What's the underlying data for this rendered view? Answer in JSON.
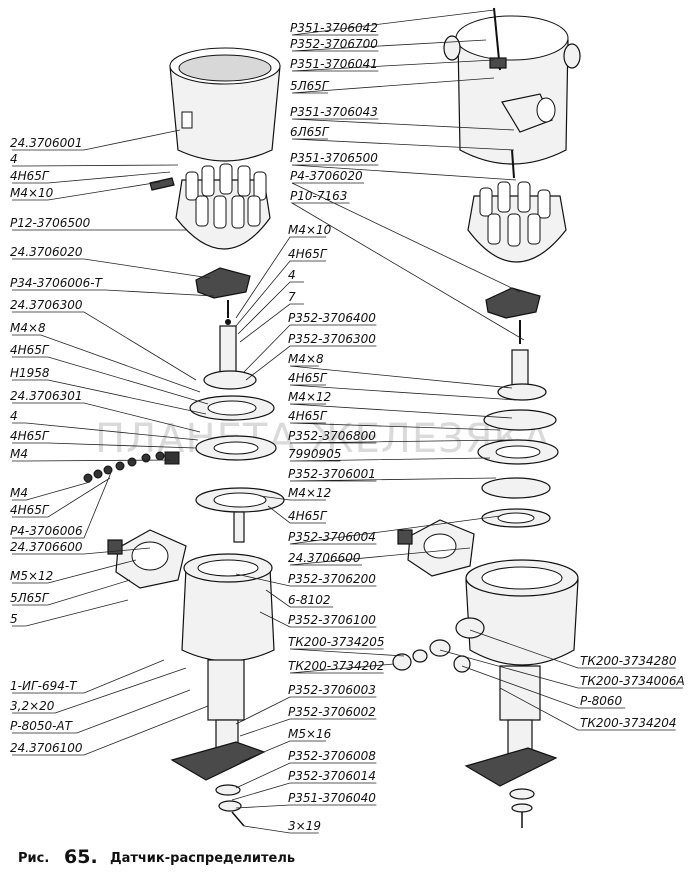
{
  "caption": {
    "prefix": "Рис.",
    "number": "65.",
    "title": "Датчик-распределитель"
  },
  "watermark": "ПЛАНЕТА ЖЕЛЕЗЯКА",
  "labels_left": [
    "24.3706001",
    "4",
    "4Н65Г",
    "М4×10",
    "Р12-3706500",
    "24.3706020",
    "Р34-3706006-Т",
    "24.3706300",
    "М4×8",
    "4Н65Г",
    "Н1958",
    "24.3706301",
    "4",
    "4Н65Г",
    "М4",
    "М4",
    "4Н65Г",
    "Р4-3706006",
    "24.3706600",
    "М5×12",
    "5Л65Г",
    "5",
    "1-ИГ-694-Т",
    "3,2×20",
    "Р-8050-АТ",
    "24.3706100"
  ],
  "labels_right": [
    "Р351-3706042",
    "Р352-3706700",
    "Р351-3706041",
    "5Л65Г",
    "Р351-3706043",
    "6Л65Г",
    "Р351-3706500",
    "Р4-3706020",
    "Р10-7163"
  ],
  "labels_center": [
    "М4×10",
    "4Н65Г",
    "4",
    "7",
    "Р352-3706400",
    "Р352-3706300",
    "М4×8",
    "4Н65Г",
    "М4×12",
    "4Н65Г",
    "Р352-3706800",
    "7990905",
    "Р352-3706001",
    "М4×12",
    "4Н65Г",
    "Р352-3706004",
    "24.3706600",
    "Р352-3706200",
    "6-8102",
    "Р352-3706100",
    "ТК200-3734205",
    "ТК200-3734202",
    "Р352-3706003",
    "Р352-3706002",
    "М5×16",
    "Р352-3706008",
    "Р352-3706014",
    "Р351-3706040",
    "3×19"
  ],
  "labels_far_right": [
    "ТК200-3734280",
    "ТК200-3734006А",
    "Р-8060",
    "ТК200-3734204"
  ]
}
